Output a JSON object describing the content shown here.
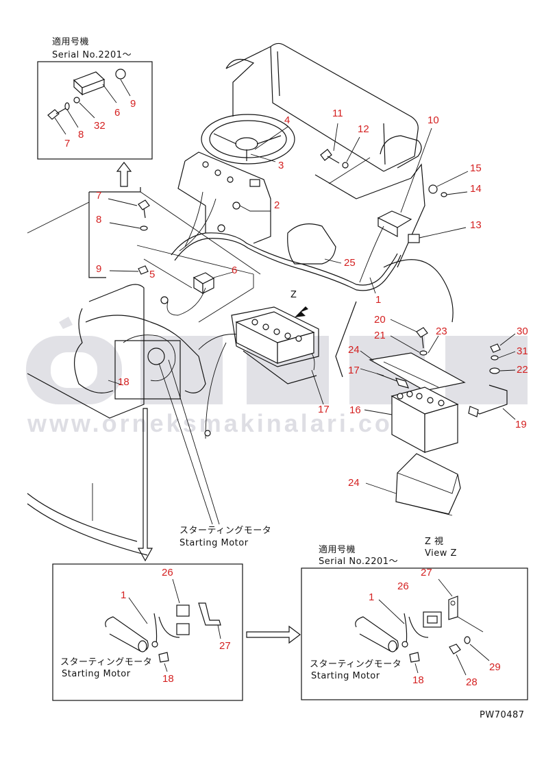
{
  "watermark": {
    "brand": "ÖRNEK",
    "url": "www.orneksmakinalari.com.tr"
  },
  "captions": {
    "top_left_jp": "適用号機",
    "top_left_serial": "Serial No.2201～",
    "starting_motor_jp": "スターティングモータ",
    "starting_motor_en": "Starting Motor",
    "view_z_jp": "Z 視",
    "view_z_en": "View Z",
    "bottom_right_jp": "適用号機",
    "bottom_right_serial": "Serial No.2201～",
    "bl_starting_motor_jp": "スターティングモータ",
    "bl_starting_motor_en": "Starting Motor",
    "br_starting_motor_jp": "スターティングモータ",
    "br_starting_motor_en": "Starting Motor",
    "z_marker": "Z",
    "figure_code": "PW70487"
  },
  "callouts": {
    "tl_9": "9",
    "tl_6": "6",
    "tl_32": "32",
    "tl_8": "8",
    "tl_7": "7",
    "m_7": "7",
    "m_8": "8",
    "m_9": "9",
    "m_5": "5",
    "m_6": "6",
    "m_4": "4",
    "m_3": "3",
    "m_2": "2",
    "m_11": "11",
    "m_12": "12",
    "m_10": "10",
    "m_15": "15",
    "m_14": "14",
    "m_13": "13",
    "m_25": "25",
    "m_1": "1",
    "m_18": "18",
    "m_17a": "17",
    "m_20": "20",
    "m_21": "21",
    "m_23": "23",
    "m_30": "30",
    "m_31": "31",
    "m_22": "22",
    "m_24a": "24",
    "m_17b": "17",
    "m_16": "16",
    "m_19": "19",
    "m_24b": "24",
    "bl_26": "26",
    "bl_1": "1",
    "bl_27": "27",
    "bl_18": "18",
    "br_27": "27",
    "br_26": "26",
    "br_1": "1",
    "br_29": "29",
    "br_28": "28",
    "br_18": "18"
  }
}
